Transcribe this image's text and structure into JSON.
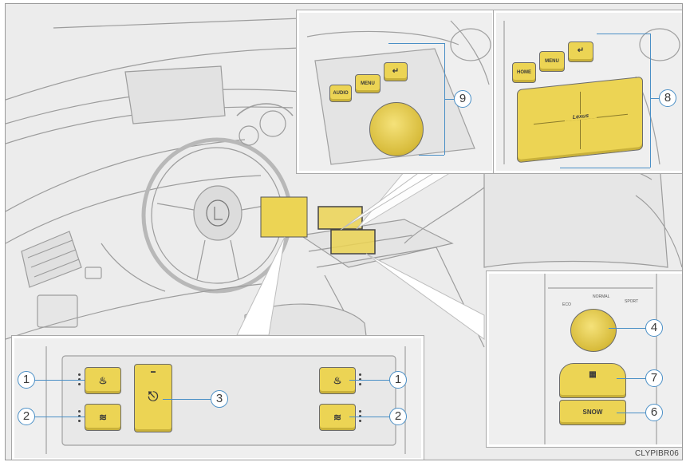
{
  "callouts": {
    "c1_left": "1",
    "c2_left": "2",
    "c3": "3",
    "c1_right": "1",
    "c2_right": "2",
    "c4": "4",
    "c7": "7",
    "c6": "6",
    "c9": "9",
    "c8": "8"
  },
  "buttons": {
    "audio": "AUDIO",
    "menu_left": "MENU",
    "home": "HOME",
    "menu_right": "MENU",
    "snow": "SNOW",
    "touchpad_brand": "Lexus",
    "drive_mode_eco": "ECO",
    "drive_mode_normal": "NORMAL",
    "drive_mode_sport": "SPORT"
  },
  "figure_code": "CLYPIBR06",
  "colors": {
    "highlight": "#ecd454",
    "callout_line": "#4a8fc6"
  }
}
